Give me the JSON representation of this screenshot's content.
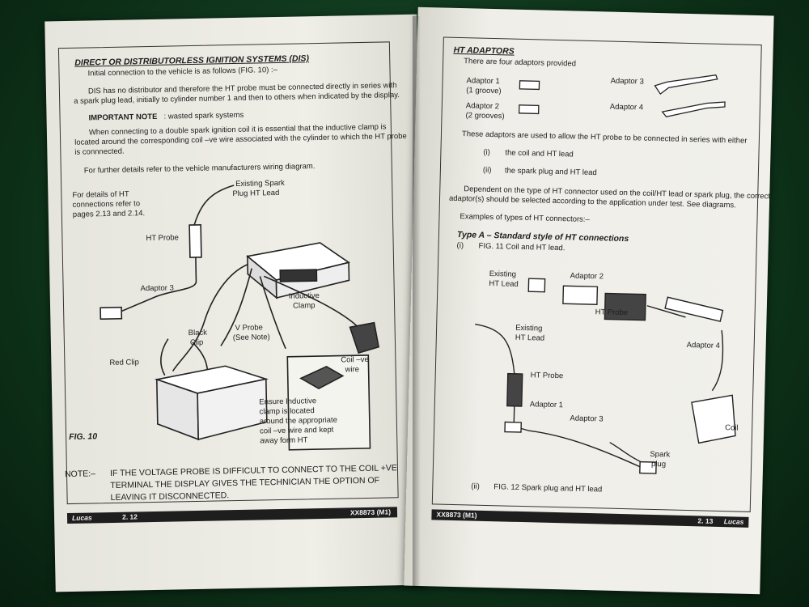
{
  "left_page": {
    "heading": "DIRECT OR DISTRIBUTORLESS IGNITION SYSTEMS (DIS)",
    "intro": "Initial connection to the vehicle is as follows (FIG. 10) :–",
    "dis_line1": "DIS has no distributor and therefore the HT probe must be connected directly in series with",
    "dis_line2": "a spark plug lead, initially to cylinder number 1 and then to others when indicated by the display.",
    "important_label": "IMPORTANT NOTE",
    "important_text": ": wasted spark systems",
    "coil_line1": "When connecting to a double spark ignition coil it is essential that the inductive clamp is",
    "coil_line2": "located around the corresponding coil –ve wire associated with the cylinder to which the HT probe",
    "coil_line3": "is connnected.",
    "further": "For further details refer to the vehicle manufacturers wiring diagram.",
    "details_line1": "For details of HT",
    "details_line2": "connections refer to",
    "details_line3": "pages 2.13 and 2.14.",
    "labels": {
      "existing_spark_1": "Existing Spark",
      "existing_spark_2": "Plug  HT Lead",
      "ht_probe": "HT Probe",
      "adaptor3": "Adaptor 3",
      "inductive_1": "Inductive",
      "inductive_2": "Clamp",
      "black_clip_1": "Black",
      "black_clip_2": "Clip",
      "v_probe_1": "V Probe",
      "v_probe_2": "(See Note)",
      "red_clip": "Red Clip",
      "coil_wire_1": "Coil –ve",
      "coil_wire_2": "wire",
      "ensure_1": "Ensure Inductive",
      "ensure_2": "clamp is located",
      "ensure_3": "around the appropriate",
      "ensure_4": "coil –ve wire and kept",
      "ensure_5": "away form HT"
    },
    "fig": "FIG. 10",
    "note_label": "NOTE:–",
    "note_line1": "IF THE VOLTAGE PROBE IS DIFFICULT TO CONNECT TO THE COIL +VE",
    "note_line2": "TERMINAL THE DISPLAY GIVES THE TECHNICIAN THE OPTION OF",
    "note_line3": "LEAVING IT DISCONNECTED.",
    "footer_brand": "Lucas",
    "footer_page": "2. 12",
    "footer_code": "XX8873 (M1)"
  },
  "right_page": {
    "heading": "HT ADAPTORS",
    "intro": "There are four adaptors provided",
    "adaptor1_1": "Adaptor 1",
    "adaptor1_2": "(1 groove)",
    "adaptor2_1": "Adaptor 2",
    "adaptor2_2": "(2 grooves)",
    "adaptor3": "Adaptor 3",
    "adaptor4": "Adaptor 4",
    "used_line": "These adaptors are used to allow the HT probe to be connected in series with either",
    "item1_num": "(i)",
    "item1": "the coil and HT lead",
    "item2_num": "(ii)",
    "item2": "the spark plug and HT lead",
    "dep_line1": "Dependent on the type of HT connector used on the coil/HT lead or spark plug, the correct",
    "dep_line2": "adaptor(s) should be selected according to the application under test. See diagrams.",
    "examples": "Examples of types of HT connectors:–",
    "type_a": "Type A  – Standard style of HT connections",
    "fig11_num": "(i)",
    "fig11": "FIG. 11  Coil and HT lead.",
    "labels": {
      "adaptor2": "Adaptor 2",
      "existing1_1": "Existing",
      "existing1_2": "HT Lead",
      "ht_probe_top": "HT Probe",
      "existing2_1": "Existing",
      "existing2_2": "HT Lead",
      "adaptor4": "Adaptor 4",
      "ht_probe_bottom": "HT Probe",
      "adaptor1": "Adaptor 1",
      "adaptor3": "Adaptor 3",
      "coil": "Coil",
      "spark_1": "Spark",
      "spark_2": "plug"
    },
    "fig12_num": "(ii)",
    "fig12": "FIG. 12  Spark plug and HT lead",
    "footer_code": "XX8873 (M1)",
    "footer_page": "2. 13",
    "footer_brand": "Lucas"
  }
}
